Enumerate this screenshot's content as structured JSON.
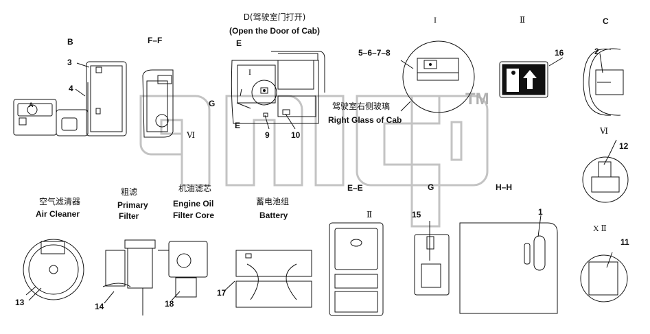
{
  "view_labels": {
    "b": "B",
    "ff": "F–F",
    "c": "C",
    "g_top": "G",
    "e_top": "E",
    "e_bottom": "E",
    "ee": "E–E",
    "g_view": "G",
    "hh": "H–H"
  },
  "door_view": {
    "title_cn": "D(驾驶室门打开)",
    "title_en": "(Open the Door of Cab)"
  },
  "right_glass": {
    "cn": "驾驶室右侧玻璃",
    "en": "Right Glass of Cab"
  },
  "components": {
    "air_cleaner_cn": "空气滤清器",
    "air_cleaner_en": "Air Cleaner",
    "primary_filter_cn": "粗滤",
    "primary_filter_en_1": "Primary",
    "primary_filter_en_2": "Filter",
    "engine_oil_cn": "机油滤芯",
    "engine_oil_en_1": "Engine Oil",
    "engine_oil_en_2": "Filter Core",
    "battery_cn": "蓄电池组",
    "battery_en": "Battery"
  },
  "roman": {
    "i_top": "I",
    "ii_top": "Ⅱ",
    "vi_left": "Ⅵ",
    "vi_right": "Ⅵ",
    "i_door": "I",
    "ii_mid": "Ⅱ",
    "xii": "X Ⅱ"
  },
  "callouts": {
    "n1": "1",
    "n2": "2",
    "n3": "3",
    "n4": "4",
    "n5678": "5–6–7–8",
    "n9": "9",
    "n10": "10",
    "n11": "11",
    "n12": "12",
    "n13": "13",
    "n14": "14",
    "n15": "15",
    "n16": "16",
    "n17": "17",
    "n18": "18"
  },
  "label_a": "A",
  "watermark": "TM",
  "colors": {
    "line": "#111111",
    "watermark": "#b8b8b8"
  }
}
